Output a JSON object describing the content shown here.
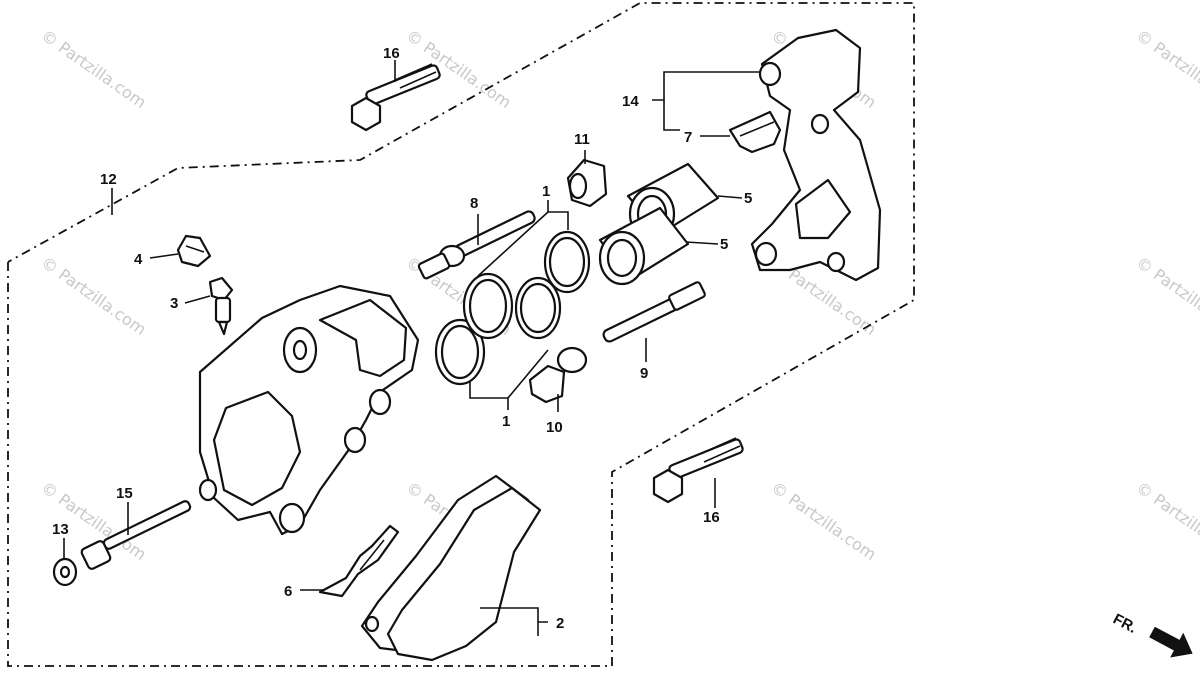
{
  "diagram": {
    "callouts": [
      "16",
      "12",
      "4",
      "3",
      "15",
      "13",
      "6",
      "2",
      "8",
      "1",
      "1",
      "10",
      "11",
      "5",
      "5",
      "9",
      "14",
      "7",
      "16"
    ],
    "watermark": "© Partzilla.com",
    "direction_label": "FR."
  }
}
